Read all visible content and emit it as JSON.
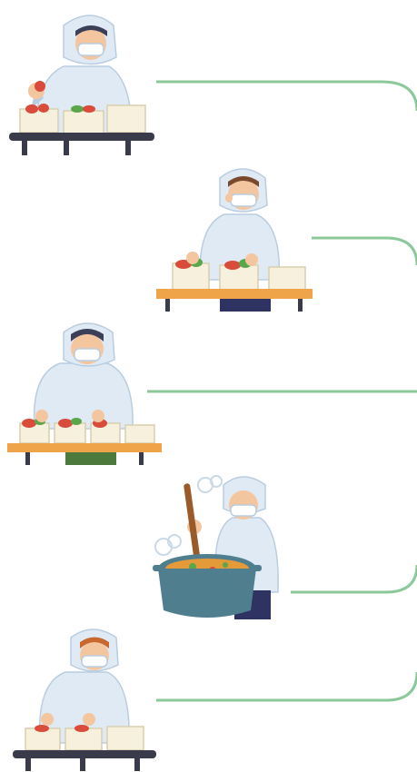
{
  "colors": {
    "connector": "#8cc99a",
    "suit": "#dfeaf4",
    "suit_shadow": "#b9cde0",
    "skin": "#f4c6a0",
    "mask": "#ffffff",
    "hair_dark": "#3b3f58",
    "hair_brown": "#7a4a2e",
    "hair_orange": "#c8682e",
    "box": "#f6f0dc",
    "box_shadow": "#d9cfae",
    "belt": "#3a3b4a",
    "table_orange": "#f0a44a",
    "produce_red": "#d94b3b",
    "produce_green": "#5aa64a",
    "pot": "#4f7e8e",
    "soup": "#e59a3a",
    "ladle": "#9a5a2a",
    "pants_navy": "#2f3361",
    "pants_green": "#4d7a3c"
  },
  "steps": [
    {
      "scene": "worker-filling-boxes-conveyor"
    },
    {
      "scene": "worker-adding-produce-table"
    },
    {
      "scene": "worker-packing-trays-table"
    },
    {
      "scene": "worker-stirring-soup-pot"
    },
    {
      "scene": "worker-sealing-boxes-conveyor"
    }
  ]
}
